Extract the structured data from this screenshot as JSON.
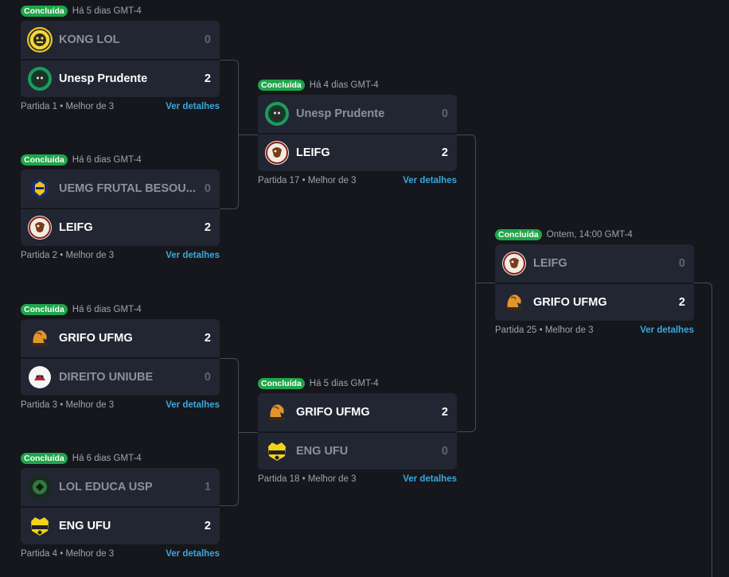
{
  "status_label": "Concluída",
  "details_label": "Ver detalhes",
  "matches": [
    {
      "time": "Há 5 dias GMT-4",
      "footer": "Partida 1 • Melhor de 3",
      "teams": [
        {
          "name": "KONG LOL",
          "score": "0"
        },
        {
          "name": "Unesp Prudente",
          "score": "2"
        }
      ]
    },
    {
      "time": "Há 6 dias GMT-4",
      "footer": "Partida 2 • Melhor de 3",
      "teams": [
        {
          "name": "UEMG FRUTAL BESOU...",
          "score": "0"
        },
        {
          "name": "LEIFG",
          "score": "2"
        }
      ]
    },
    {
      "time": "Há 6 dias GMT-4",
      "footer": "Partida 3 • Melhor de 3",
      "teams": [
        {
          "name": "GRIFO UFMG",
          "score": "2"
        },
        {
          "name": "DIREITO UNIUBE",
          "score": "0"
        }
      ]
    },
    {
      "time": "Há 6 dias GMT-4",
      "footer": "Partida 4 • Melhor de 3",
      "teams": [
        {
          "name": "LOL EDUCA USP",
          "score": "1"
        },
        {
          "name": "ENG UFU",
          "score": "2"
        }
      ]
    },
    {
      "time": "Há 4 dias GMT-4",
      "footer": "Partida 17 • Melhor de 3",
      "teams": [
        {
          "name": "Unesp Prudente",
          "score": "0"
        },
        {
          "name": "LEIFG",
          "score": "2"
        }
      ]
    },
    {
      "time": "Há 5 dias GMT-4",
      "footer": "Partida 18 • Melhor de 3",
      "teams": [
        {
          "name": "GRIFO UFMG",
          "score": "2"
        },
        {
          "name": "ENG UFU",
          "score": "0"
        }
      ]
    },
    {
      "time": "Ontem, 14:00 GMT-4",
      "footer": "Partida 25 • Melhor de 3",
      "teams": [
        {
          "name": "LEIFG",
          "score": "0"
        },
        {
          "name": "GRIFO UFMG",
          "score": "2"
        }
      ]
    }
  ],
  "colors": {
    "status_badge": "#1fa64a",
    "details_link": "#3ba7db",
    "background": "#15171c",
    "card": "#222632"
  }
}
